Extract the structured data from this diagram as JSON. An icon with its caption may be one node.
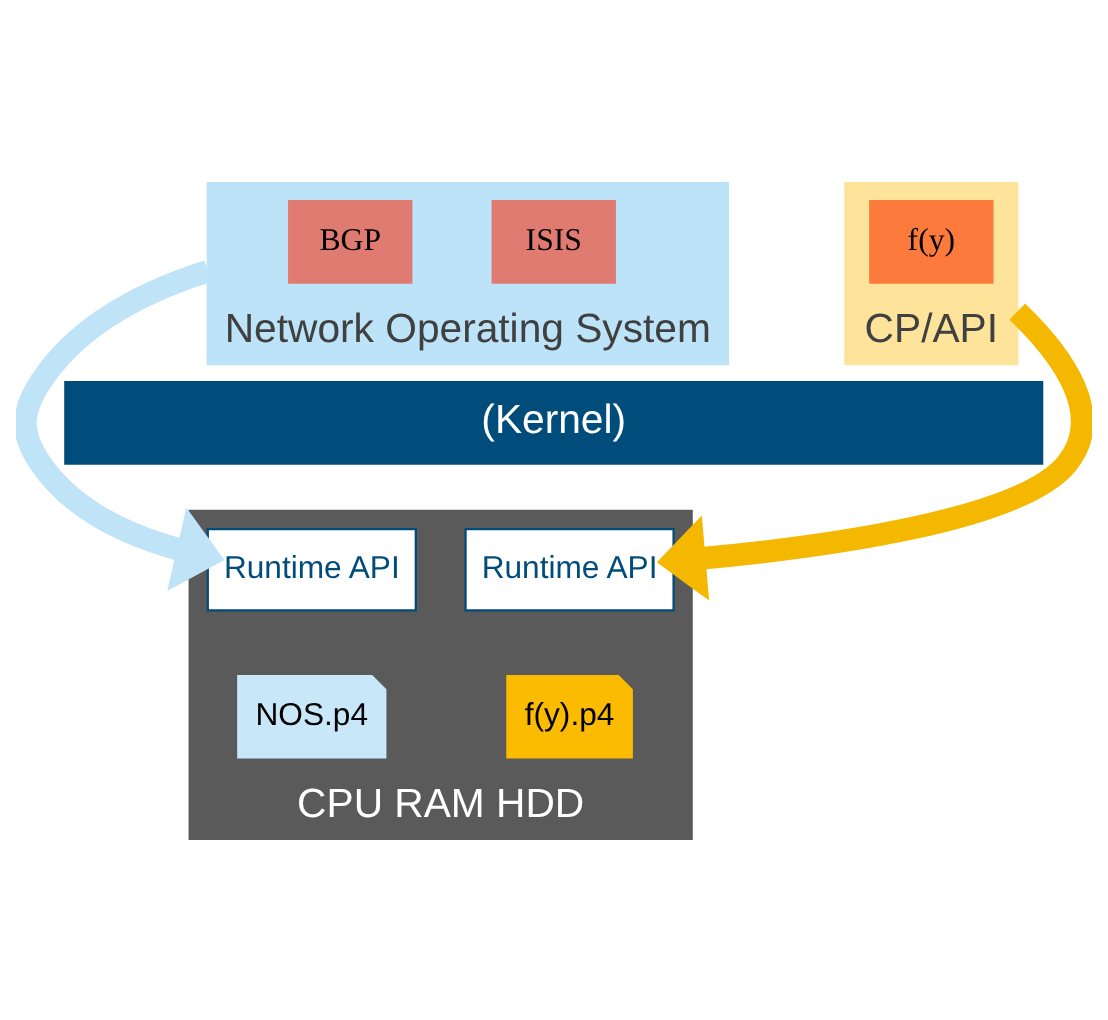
{
  "diagram": {
    "nodes": [
      {
        "text": [
          "Network Operating System"
        ]
      },
      {
        "text": [
          "BGP"
        ],
        "in": 0
      },
      {
        "text": [
          "ISIS"
        ],
        "in": 0
      },
      {
        "text": [
          "CP/API"
        ]
      },
      {
        "text": [
          "f(y)"
        ],
        "in": 3
      },
      {
        "text": [
          "(Kernel)"
        ]
      },
      {
        "text": [
          "CPU RAM HDD"
        ]
      },
      {
        "text": [
          "Runtime API"
        ],
        "in": 6
      },
      {
        "text": [
          "NOS.p4"
        ],
        "in": 6
      },
      {
        "text": [
          "Runtime API"
        ],
        "in": 6
      },
      {
        "text": [
          "f(y).p4"
        ],
        "in": 6
      }
    ],
    "edges": [
      {
        "from": 0,
        "to": 7,
        "arrow": "to",
        "color": "#bfe3f7"
      },
      {
        "from": 3,
        "to": 9,
        "arrow": "to",
        "color": "#f5b800"
      }
    ]
  }
}
